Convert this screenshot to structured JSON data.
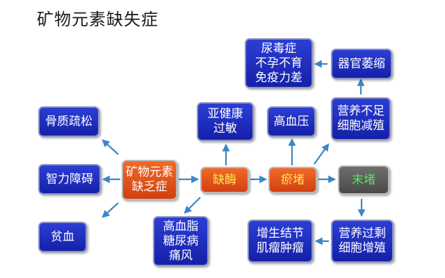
{
  "title": "矿物元素缺失症",
  "nodes": {
    "root": "矿物元素\n缺乏症",
    "enzyme_deficiency": "缺酶",
    "stasis": "瘀堵",
    "end_stage_stasis": "末堵",
    "osteoporosis": "骨质疏松",
    "intelligence_disorder": "智力障碍",
    "anemia": "贫血",
    "subhealth_allergy": "亚健康\n过敏",
    "hyperlipidemia_group": "高血脂\n糖尿病\n痛风",
    "hypertension": "高血压",
    "undernutrition_cell_decrease": "营养不足\n细胞减殖",
    "organ_atrophy": "器官萎缩",
    "uremia_group": "尿毒症\n不孕不育\n免疫力差",
    "overnutrition_cell_proliferation": "营养过剩\n细胞增殖",
    "hyperplasia_tumor": "增生结节\n肌瘤肿瘤"
  },
  "colors": {
    "blue_box": "#1f2fc4",
    "red_box": "#e2521c",
    "gray_box": "#5b5b5b",
    "arrow": "#3a86c8",
    "yellow_text": "#ffe94d",
    "green_text": "#5fe05f"
  }
}
